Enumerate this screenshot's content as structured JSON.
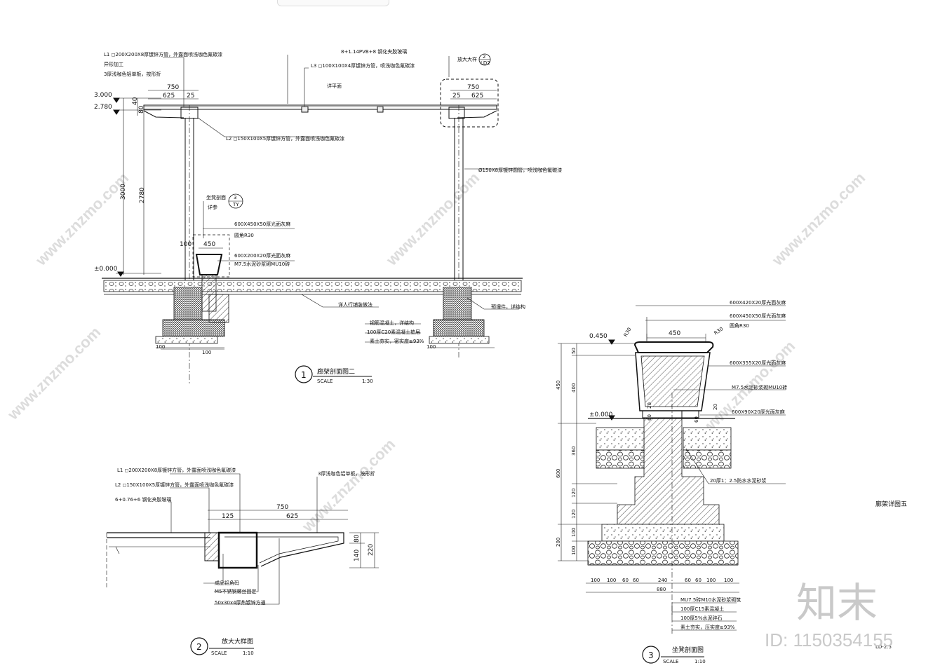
{
  "title_blocks": [
    {
      "number": "1",
      "title": "廊架剖面图二",
      "scale_label": "SCALE",
      "scale": "1:30"
    },
    {
      "number": "2",
      "title": "放大大样图",
      "scale_label": "SCALE",
      "scale": "1:10"
    },
    {
      "number": "3",
      "title": "坐凳剖面图",
      "scale_label": "SCALE",
      "scale": "1:10"
    }
  ],
  "side_title": "廊架详图五",
  "sheet_no": "LD-2.5",
  "watermark": {
    "text": "www.znzmo.com",
    "brand": "知末",
    "id": "ID: 1150354155"
  },
  "section1": {
    "notes": {
      "l1": "L1  ◻200X200X8厚镀锌方管，外露面喷浅咖色氟碳漆",
      "shape1": "异形加工",
      "plate1": "3厚浅咖色铝单板，按形折",
      "glass": "8+1.14PVB+8  钢化夹胶玻璃",
      "l3": "L3  ◻100X100X4厚镀锌方管，喷浅咖色氟碳漆",
      "l2": "L2  ◻150X100X5厚镀锌方管，外露面喷浅咖色氟碳漆",
      "detail_ref": "放大大样",
      "detail_ref_num": "2",
      "detail_ref_sheet": "LD2",
      "post": "Ø150X8厚镀锌圆管，喷浅咖色氟碳漆",
      "seat_ref": "坐凳剖面",
      "seat_ref_num": "3",
      "seat_ref_sheet": "TY",
      "seat_ref_note": "详参",
      "stone1": "600X450X50厚光面灰麻",
      "round1": "圆角R30",
      "stone2": "600X200X20厚光面灰麻",
      "mortar1": "M7.5水泥砂浆砌MU10砖",
      "paving": "详人行铺装做法",
      "embed": "预埋件，详结构",
      "rc": "钢筋混凝土，详结构",
      "c20": "100厚C20素混凝土垫层",
      "soil": "素土夯实，密实度≥93%",
      "plan_ref": "详平面"
    },
    "levels": [
      "3.000",
      "2.780",
      "±0.000"
    ],
    "dims": {
      "d750a": "750",
      "d625a": "625",
      "d25a": "25",
      "d750b": "750",
      "d625b": "625",
      "d25b": "25",
      "d40": "40",
      "d80": "80",
      "d3000": "3000",
      "d2780": "2780",
      "d450": "450",
      "d100": "100",
      "d100b": "100",
      "d100c": "100",
      "d100d": "100"
    }
  },
  "section2": {
    "notes": {
      "l1": "L1  ◻200X200X8厚镀锌方管，外露面喷浅咖色氟碳漆",
      "l2": "L2  ◻150X100X5厚镀锌方管，外露面喷浅咖色氟碳漆",
      "glass": "6+0.76+6  钢化夹胶玻璃",
      "plate": "3厚浅咖色铝单板，按形折",
      "rivet": "成品铝角码",
      "screw": "M5不锈钢螺丝固定",
      "tube": "50x30x4厚热镀锌方通"
    },
    "dims": {
      "d750": "750",
      "d125": "125",
      "d625": "625",
      "d80": "80",
      "d140": "140",
      "d220": "220"
    }
  },
  "section3": {
    "notes": {
      "n1": "600X420X20厚光面灰麻",
      "n2": "600X450X50厚光面灰麻",
      "n2b": "圆角R30",
      "n3": "600X355X20厚光面灰麻",
      "n4": "M7.5水泥砂浆砌MU10砖",
      "n5": "600X90X20厚光面灰麻",
      "n6": "20厚1：2.5防水水泥砂浆",
      "b1": "MU7.5砖M10水泥砂浆砌筑",
      "b2": "100厚C15素混凝土",
      "b3": "100厚5%水泥碎石",
      "b4": "素土夯实，压实度≥93%",
      "r30a": "R30",
      "r30b": "R30"
    },
    "levels": [
      "0.450",
      "±0.000"
    ],
    "dims": {
      "top450": "450",
      "v50": "50",
      "v400": "400",
      "v450": "450",
      "v360": "360",
      "v120a": "120",
      "v120b": "120",
      "v600": "600",
      "v100a": "100",
      "v100b": "100",
      "v200": "200",
      "v20a": "20",
      "v20b": "20",
      "v60a": "60",
      "v60b": "60",
      "b100a": "100",
      "b100b": "100",
      "b60a": "60",
      "b60b": "60",
      "b240": "240",
      "b60c": "60",
      "b60d": "60",
      "b100c": "100",
      "b100d": "100",
      "b880": "880"
    }
  }
}
